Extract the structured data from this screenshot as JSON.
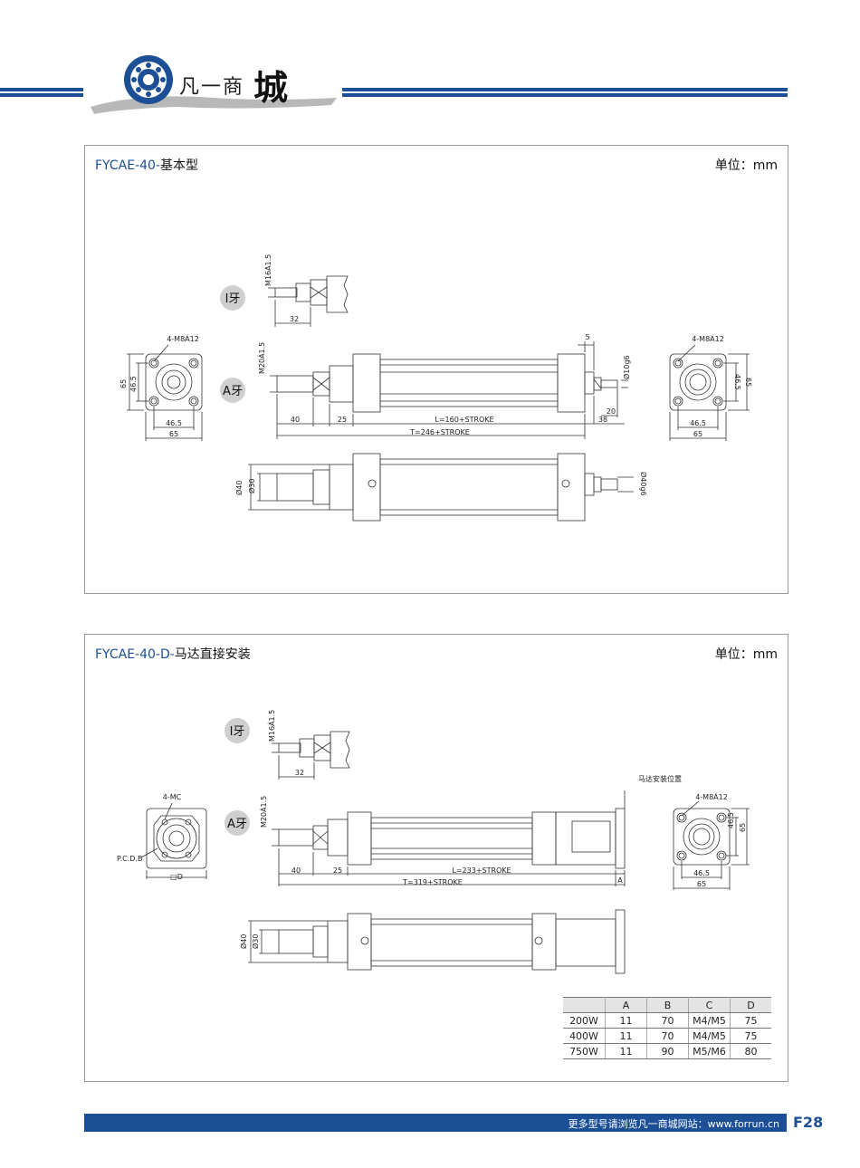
{
  "header": {
    "brand": "凡一商",
    "brand_big": "城"
  },
  "section1": {
    "title_model": "FYCAE-40-",
    "title_type": "基本型",
    "unit": "单位：mm",
    "i_thread_label": "I牙",
    "a_thread_label": "A牙",
    "dims": {
      "m16": "M16Á1.5",
      "m20": "M20Á1.5",
      "d32": "32",
      "d40": "40",
      "d25": "25",
      "L": "L=160+STROKE",
      "T": "T=246+STROKE",
      "d5": "5",
      "d20": "20",
      "d38": "38",
      "shaft": "Ø10g6",
      "left_holes": "4-M8Á12",
      "right_holes": "4-M8Á12",
      "d65": "65",
      "d465": "46.5",
      "phi40": "Ø40",
      "phi30": "Ø30",
      "phi40g6": "Ø40g6"
    }
  },
  "section2": {
    "title_model": "FYCAE-40-D-",
    "title_type": "马达直接安装",
    "unit": "单位：mm",
    "i_thread_label": "I牙",
    "a_thread_label": "A牙",
    "motor_pos": "马达安装位置",
    "dims": {
      "m16": "M16Á1.5",
      "m20": "M20Á1.5",
      "d32": "32",
      "d40": "40",
      "d25": "25",
      "L": "L=233+STROKE",
      "T": "T=319+STROKE",
      "A": "A",
      "left_holes": "4-MC",
      "pcd": "P.C.D.B",
      "sq": "□D",
      "right_holes": "4-M8Á12",
      "d65": "65",
      "d465": "46.5",
      "phi40": "Ø40",
      "phi30": "Ø30"
    },
    "table": {
      "headers": [
        "",
        "A",
        "B",
        "C",
        "D"
      ],
      "rows": [
        [
          "200W",
          "11",
          "70",
          "M4/M5",
          "75"
        ],
        [
          "400W",
          "11",
          "70",
          "M4/M5",
          "75"
        ],
        [
          "750W",
          "11",
          "90",
          "M5/M6",
          "80"
        ]
      ]
    }
  },
  "footer": {
    "text": "更多型号请浏览凡一商城网站：www.forrun.cn",
    "page": "F28"
  }
}
